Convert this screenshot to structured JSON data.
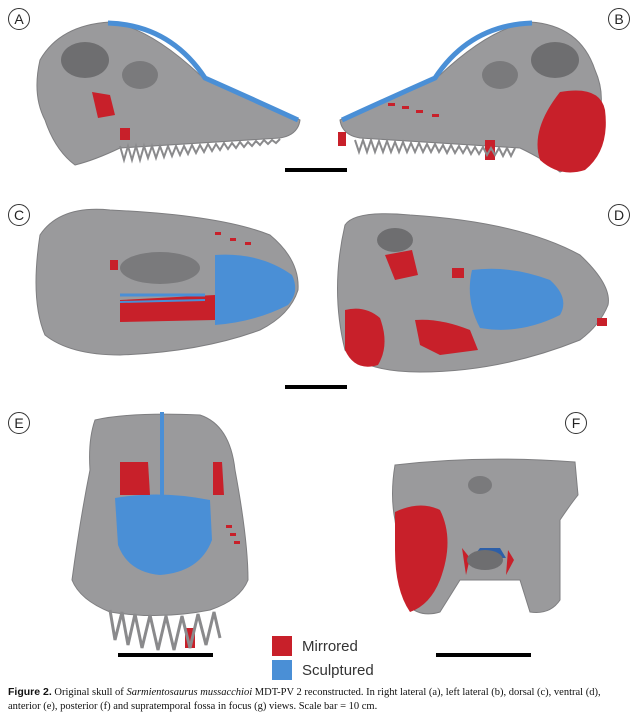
{
  "panels": {
    "a": "A",
    "b": "B",
    "c": "C",
    "d": "D",
    "e": "E",
    "f": "F"
  },
  "legend": {
    "mirrored_label": "Mirrored",
    "sculptured_label": "Sculptured"
  },
  "colors": {
    "bone": "#9a9a9c",
    "bone_dark": "#7e7e80",
    "mirrored": "#c8202a",
    "sculptured": "#4a8fd6"
  },
  "caption": {
    "label": "Figure 2.",
    "text_before": " Original skull of ",
    "species": "Sarmientosaurus mussacchioi",
    "text_after": " MDT-PV 2 reconstructed. In right lateral (a), left lateral (b), dorsal (c), ventral (d), anterior (e), posterior (f) and supratemporal fossa in focus (g) views. Scale bar = 10 cm."
  }
}
